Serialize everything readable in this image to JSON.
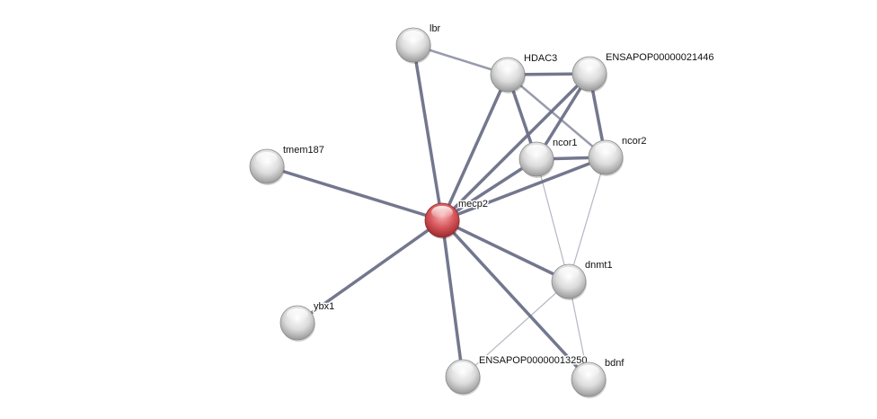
{
  "network": {
    "nodes": [
      {
        "id": "lbr",
        "label": "lbr",
        "query": false
      },
      {
        "id": "HDAC3",
        "label": "HDAC3",
        "query": false
      },
      {
        "id": "ENSAPOP00000021446",
        "label": "ENSAPOP00000021446",
        "query": false
      },
      {
        "id": "tmem187",
        "label": "tmem187",
        "query": false
      },
      {
        "id": "ncor1",
        "label": "ncor1",
        "query": false
      },
      {
        "id": "ncor2",
        "label": "ncor2",
        "query": false
      },
      {
        "id": "mecp2",
        "label": "mecp2",
        "query": true
      },
      {
        "id": "dnmt1",
        "label": "dnmt1",
        "query": false
      },
      {
        "id": "ybx1",
        "label": "ybx1",
        "query": false
      },
      {
        "id": "ENSAPOP00000013250",
        "label": "ENSAPOP00000013250",
        "query": false
      },
      {
        "id": "bdnf",
        "label": "bdnf",
        "query": false
      }
    ],
    "edges": [
      {
        "source": "mecp2",
        "target": "lbr",
        "strength": "high"
      },
      {
        "source": "mecp2",
        "target": "tmem187",
        "strength": "high"
      },
      {
        "source": "mecp2",
        "target": "ybx1",
        "strength": "high"
      },
      {
        "source": "mecp2",
        "target": "HDAC3",
        "strength": "high"
      },
      {
        "source": "mecp2",
        "target": "ENSAPOP00000021446",
        "strength": "high"
      },
      {
        "source": "mecp2",
        "target": "ncor1",
        "strength": "high"
      },
      {
        "source": "mecp2",
        "target": "ncor2",
        "strength": "high"
      },
      {
        "source": "mecp2",
        "target": "dnmt1",
        "strength": "high"
      },
      {
        "source": "mecp2",
        "target": "ENSAPOP00000013250",
        "strength": "high"
      },
      {
        "source": "mecp2",
        "target": "bdnf",
        "strength": "high"
      },
      {
        "source": "lbr",
        "target": "HDAC3",
        "strength": "medium"
      },
      {
        "source": "HDAC3",
        "target": "ENSAPOP00000021446",
        "strength": "high"
      },
      {
        "source": "HDAC3",
        "target": "ncor1",
        "strength": "high"
      },
      {
        "source": "HDAC3",
        "target": "ncor2",
        "strength": "medium"
      },
      {
        "source": "ENSAPOP00000021446",
        "target": "ncor1",
        "strength": "high"
      },
      {
        "source": "ENSAPOP00000021446",
        "target": "ncor2",
        "strength": "high"
      },
      {
        "source": "ncor1",
        "target": "ncor2",
        "strength": "high"
      },
      {
        "source": "ncor1",
        "target": "dnmt1",
        "strength": "low"
      },
      {
        "source": "ncor2",
        "target": "dnmt1",
        "strength": "low"
      },
      {
        "source": "dnmt1",
        "target": "ENSAPOP00000013250",
        "strength": "low"
      },
      {
        "source": "dnmt1",
        "target": "bdnf",
        "strength": "low"
      }
    ],
    "colors": {
      "edge": "#6b7088",
      "query_node": "#d8575c",
      "node": "#d9d9d9"
    }
  }
}
